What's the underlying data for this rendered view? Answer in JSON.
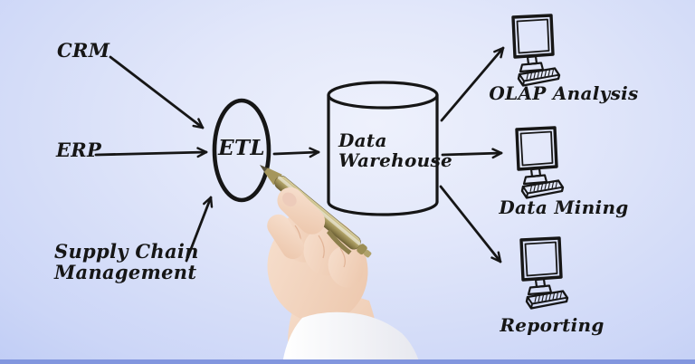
{
  "diagram": {
    "type": "data-warehouse-etl-flow",
    "sources": [
      {
        "label": "CRM"
      },
      {
        "label": "ERP"
      },
      {
        "label_line1": "Supply Chain",
        "label_line2": "Management"
      }
    ],
    "process": {
      "label": "ETL"
    },
    "warehouse": {
      "label_line1": "Data",
      "label_line2": "Warehouse"
    },
    "outputs": [
      {
        "label": "OLAP Analysis",
        "icon": "computer-workstation"
      },
      {
        "label": "Data Mining",
        "icon": "computer-workstation"
      },
      {
        "label": "Reporting",
        "icon": "computer-workstation"
      }
    ],
    "flows": [
      {
        "from": "CRM",
        "to": "ETL"
      },
      {
        "from": "ERP",
        "to": "ETL"
      },
      {
        "from": "Supply Chain Management",
        "to": "ETL"
      },
      {
        "from": "ETL",
        "to": "Data Warehouse"
      },
      {
        "from": "Data Warehouse",
        "to": "OLAP Analysis"
      },
      {
        "from": "Data Warehouse",
        "to": "Data Mining"
      },
      {
        "from": "Data Warehouse",
        "to": "Reporting"
      }
    ],
    "overlay": {
      "description": "hand holding gold ballpoint pen"
    },
    "colors": {
      "ink": "#161616",
      "background_center": "#eef1fc",
      "background_edge": "#a4b8f0",
      "bottom_strip": "#8296de",
      "pen_gold": "#ab9d62",
      "skin": "#f2d6c2",
      "sleeve_white": "#f9f9fb"
    }
  }
}
